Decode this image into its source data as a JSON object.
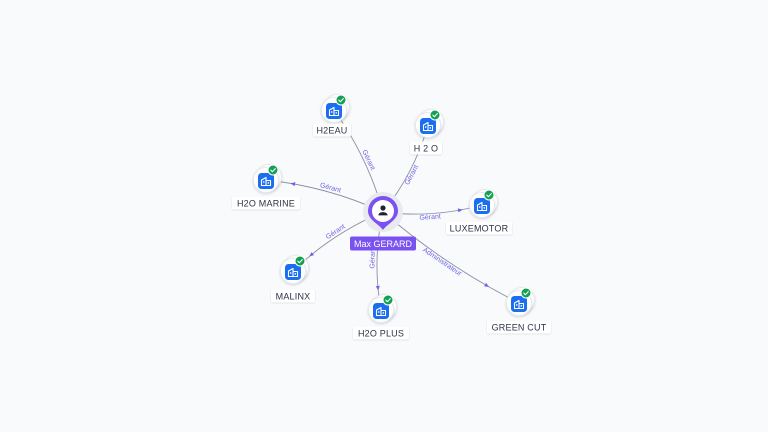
{
  "graph": {
    "center": {
      "name": "Max GERARD",
      "icon": "person-icon"
    },
    "companies": [
      {
        "name": "H2EAU",
        "relation": "Gérant",
        "status": "verified"
      },
      {
        "name": "H 2 O",
        "relation": "Gérant",
        "status": "verified"
      },
      {
        "name": "H2O MARINE",
        "relation": "Gérant",
        "status": "verified"
      },
      {
        "name": "LUXEMOTOR",
        "relation": "Gérant",
        "status": "verified"
      },
      {
        "name": "MALINX",
        "relation": "Gérant",
        "status": "verified"
      },
      {
        "name": "H2O PLUS",
        "relation": "Gérant",
        "status": "verified"
      },
      {
        "name": "GREEN CUT",
        "relation": "Administrateur",
        "status": "verified"
      }
    ]
  },
  "colors": {
    "background": "#f9fafc",
    "edge": "#8c8fa6",
    "edge_label": "#6f63e6",
    "center_fill": "#7b52f2",
    "center_label_bg": "#7b52f2",
    "company_icon": "#1a6ef0",
    "verified_badge": "#12a152",
    "node_label_text": "#2c3345"
  }
}
